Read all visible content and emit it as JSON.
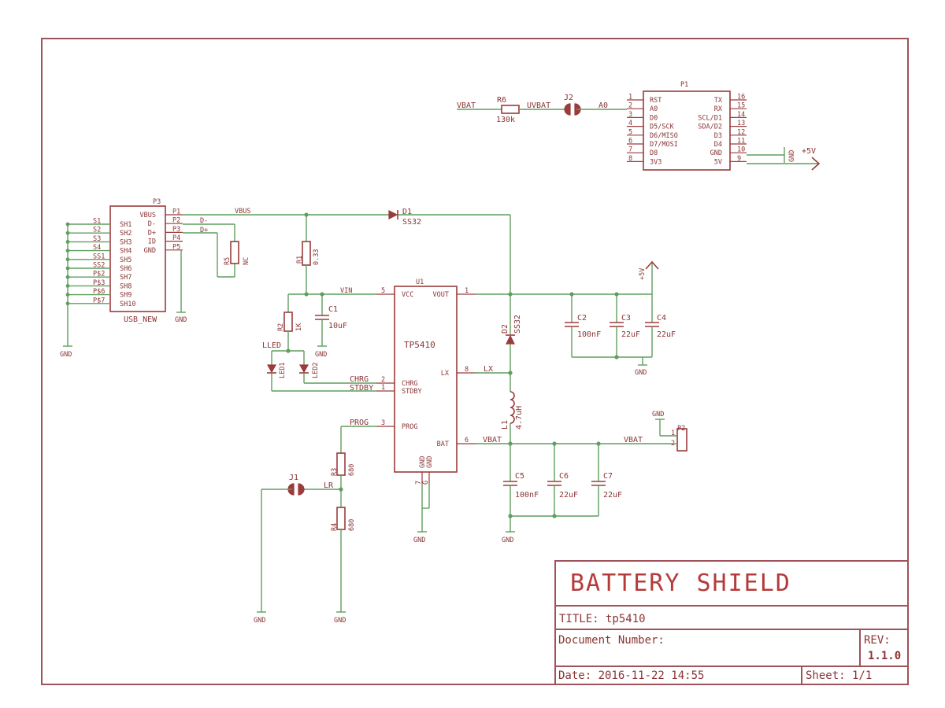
{
  "title_block": {
    "heading": "BATTERY SHIELD",
    "title": "TITLE: tp5410",
    "document_number": "Document Number:",
    "rev_label": "REV:",
    "rev_value": "1.1.0",
    "date": "Date: 2016-11-22 14:55",
    "sheet": "Sheet: 1/1"
  },
  "usb": {
    "ref": "P3",
    "name": "USB_NEW",
    "inner_pins": [
      "SH1",
      "SH2",
      "SH3",
      "SH4",
      "SH5",
      "SH6",
      "SH7",
      "SH8",
      "SH9",
      "SH10"
    ],
    "outer_pins": [
      "S1",
      "S2",
      "S3",
      "S4",
      "SS1",
      "SS2",
      "P$2",
      "P$3",
      "P$6",
      "P$7"
    ],
    "right_pins": [
      "VBUS",
      "D-",
      "D+",
      "ID",
      "GND"
    ],
    "right_pin_nums": [
      "P1",
      "P2",
      "P3",
      "P4",
      "P5"
    ],
    "net_dm": "D-",
    "net_dp": "D+",
    "gnd": "GND",
    "gnd2": "GND"
  },
  "r5": {
    "ref": "R5",
    "value": "NC"
  },
  "vbus_net": "VBUS",
  "d1": {
    "ref": "D1",
    "value": "SS32"
  },
  "r1": {
    "ref": "R1",
    "value": "0.33"
  },
  "vin_net": "VIN",
  "c1": {
    "ref": "C1",
    "value": "10uF",
    "gnd": "GND"
  },
  "r2": {
    "ref": "R2",
    "value": "1K"
  },
  "lled_net": "LLED",
  "led1": "LED1",
  "led2": "LED2",
  "chrg_net": "CHRG",
  "stdby_net": "STDBY",
  "prog_net": "PROG",
  "u1": {
    "ref": "U1",
    "name": "TP5410",
    "pins_left": [
      "VCC",
      "CHRG",
      "STDBY",
      "PROG"
    ],
    "pins_left_nums": [
      "5",
      "2",
      "1",
      "3"
    ],
    "pins_right": [
      "VOUT",
      "LX",
      "BAT"
    ],
    "pins_right_nums": [
      "1",
      "8",
      "6"
    ],
    "gnd_pins": [
      "GND",
      "GND"
    ],
    "gnd_nums": [
      "7",
      "G"
    ],
    "gnd": "GND"
  },
  "d2": {
    "ref": "D2",
    "value": "SS32"
  },
  "lx_net": "LX",
  "l1": {
    "ref": "L1",
    "value": "4.7uH"
  },
  "vbat_net": "VBAT",
  "vbat_net2": "VBAT",
  "c2": {
    "ref": "C2",
    "value": "100nF"
  },
  "c3": {
    "ref": "C3",
    "value": "22uF"
  },
  "c4": {
    "ref": "C4",
    "value": "22uF"
  },
  "c_gnd": "GND",
  "plus5v": "+5V",
  "c5": {
    "ref": "C5",
    "value": "100nF"
  },
  "c6": {
    "ref": "C6",
    "value": "22uF"
  },
  "c7": {
    "ref": "C7",
    "value": "22uF"
  },
  "c5_gnd": "GND",
  "p2": {
    "ref": "P2",
    "pin1": "1",
    "pin2": "2",
    "gnd": "GND"
  },
  "r3": {
    "ref": "R3",
    "value": "680"
  },
  "r4": {
    "ref": "R4",
    "value": "680"
  },
  "j1": {
    "ref": "J1"
  },
  "lr_net": "LR",
  "j1_gnd": "GND",
  "r4_gnd": "GND",
  "r6": {
    "ref": "R6",
    "value": "130k"
  },
  "vbat_r6": "VBAT",
  "uvbat_net": "UVBAT",
  "j2": {
    "ref": "J2"
  },
  "a0_net": "A0",
  "p1": {
    "ref": "P1",
    "left_names": [
      "RST",
      "A0",
      "D0",
      "D5/SCK",
      "D6/MISO",
      "D7/MOSI",
      "D8",
      "3V3"
    ],
    "left_nums": [
      "1",
      "2",
      "3",
      "4",
      "5",
      "6",
      "7",
      "8"
    ],
    "right_names": [
      "TX",
      "RX",
      "SCL/D1",
      "SDA/D2",
      "D3",
      "D4",
      "GND",
      "5V"
    ],
    "right_nums": [
      "16",
      "15",
      "14",
      "13",
      "12",
      "11",
      "10",
      "9"
    ]
  },
  "p1_gnd": "GND",
  "p1_5v": "+5V"
}
